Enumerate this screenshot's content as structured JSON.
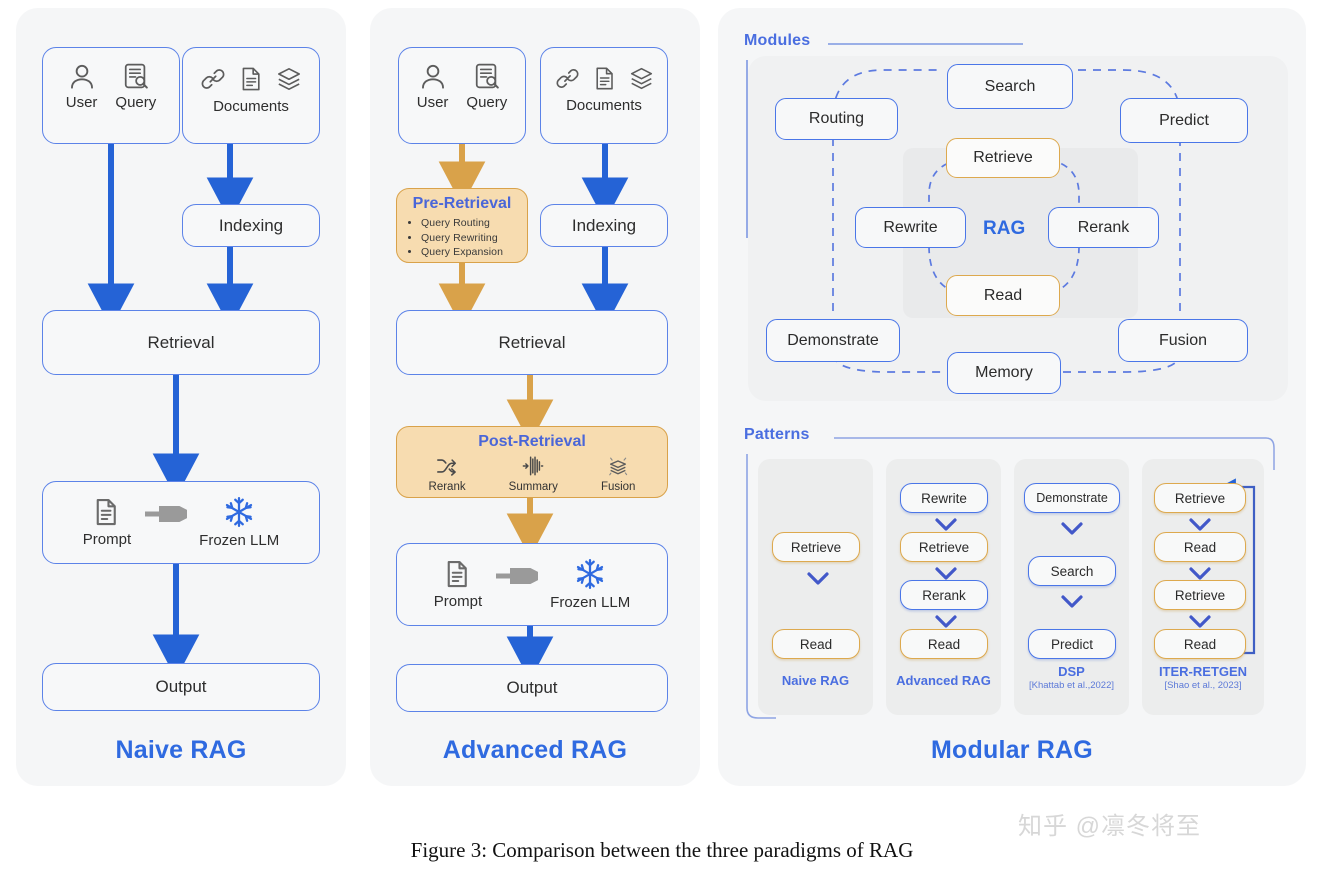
{
  "figure": {
    "caption": "Figure 3: Comparison between the three paradigms of RAG",
    "watermark": "知乎 @凛冬将至"
  },
  "colors": {
    "blue": "#4a76e8",
    "title_blue": "#2f6ae0",
    "orange": "#dda94e",
    "amber_fill": "#f7dcb0",
    "panel_bg": "#f5f6f7",
    "arrow_blue": "#2563d6",
    "arrow_orange": "#d9a24a"
  },
  "panels": [
    {
      "id": "naive",
      "title": "Naive RAG",
      "nodes": {
        "user_query": {
          "icons": [
            "user-icon",
            "query-icon"
          ],
          "labels": [
            "User",
            "Query"
          ]
        },
        "documents": {
          "icons": [
            "link-icon",
            "document-icon",
            "layers-icon"
          ],
          "label": "Documents"
        },
        "indexing": "Indexing",
        "retrieval": "Retrieval",
        "prompt": "Prompt",
        "frozen_llm": "Frozen LLM",
        "output": "Output"
      }
    },
    {
      "id": "advanced",
      "title": "Advanced RAG",
      "nodes": {
        "user_query": {
          "icons": [
            "user-icon",
            "query-icon"
          ],
          "labels": [
            "User",
            "Query"
          ]
        },
        "documents": {
          "icons": [
            "link-icon",
            "document-icon",
            "layers-icon"
          ],
          "label": "Documents"
        },
        "pre_retrieval": {
          "title": "Pre-Retrieval",
          "items": [
            "Query Routing",
            "Query Rewriting",
            "Query Expansion"
          ]
        },
        "indexing": "Indexing",
        "retrieval": "Retrieval",
        "post_retrieval": {
          "title": "Post-Retrieval",
          "items": [
            {
              "label": "Rerank",
              "icon": "shuffle-icon"
            },
            {
              "label": "Summary",
              "icon": "compress-icon"
            },
            {
              "label": "Fusion",
              "icon": "fusion-layers-icon"
            }
          ]
        },
        "prompt": "Prompt",
        "frozen_llm": "Frozen LLM",
        "output": "Output"
      }
    },
    {
      "id": "modular",
      "title": "Modular RAG",
      "sections": {
        "modules": {
          "label": "Modules",
          "center_label": "RAG",
          "outer_nodes": [
            "Routing",
            "Search",
            "Predict",
            "Demonstrate",
            "Fusion",
            "Memory"
          ],
          "inner_nodes": [
            "Retrieve",
            "Rewrite",
            "Rerank",
            "Read"
          ],
          "node_styles": {
            "Routing": "blue",
            "Search": "blue",
            "Predict": "blue",
            "Demonstrate": "blue",
            "Fusion": "blue",
            "Memory": "blue",
            "Retrieve": "orange",
            "Read": "orange",
            "Rewrite": "blue",
            "Rerank": "blue"
          }
        },
        "patterns": {
          "label": "Patterns",
          "columns": [
            {
              "name": "Naive RAG",
              "citation": "",
              "steps": [
                {
                  "label": "Retrieve",
                  "style": "orange"
                },
                {
                  "label": "Read",
                  "style": "orange"
                }
              ]
            },
            {
              "name": "Advanced RAG",
              "citation": "",
              "steps": [
                {
                  "label": "Rewrite",
                  "style": "blue"
                },
                {
                  "label": "Retrieve",
                  "style": "orange"
                },
                {
                  "label": "Rerank",
                  "style": "blue"
                },
                {
                  "label": "Read",
                  "style": "orange"
                }
              ]
            },
            {
              "name": "DSP",
              "citation": "[Khattab et al.,2022]",
              "steps": [
                {
                  "label": "Demonstrate",
                  "style": "blue"
                },
                {
                  "label": "Search",
                  "style": "blue"
                },
                {
                  "label": "Predict",
                  "style": "blue"
                }
              ]
            },
            {
              "name": "ITER-RETGEN",
              "citation": "[Shao et al., 2023]",
              "steps": [
                {
                  "label": "Retrieve",
                  "style": "orange"
                },
                {
                  "label": "Read",
                  "style": "orange"
                },
                {
                  "label": "Retrieve",
                  "style": "orange"
                },
                {
                  "label": "Read",
                  "style": "orange"
                }
              ]
            }
          ]
        }
      }
    }
  ]
}
